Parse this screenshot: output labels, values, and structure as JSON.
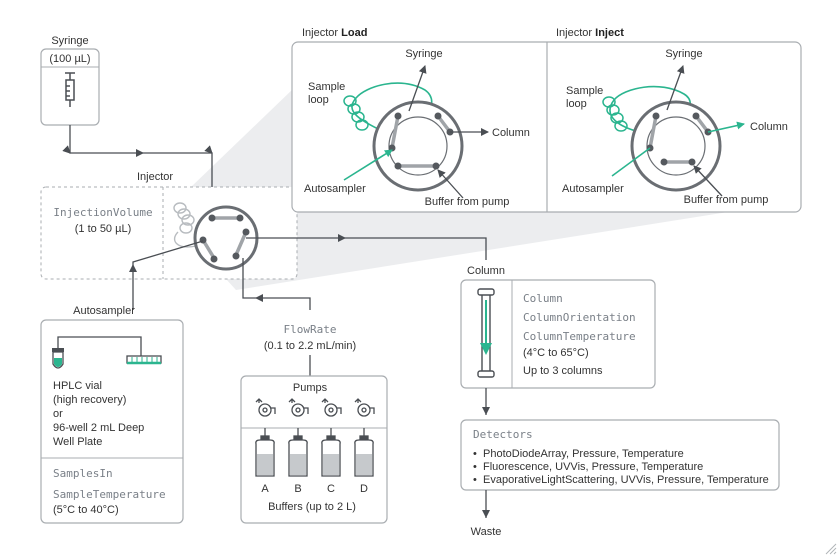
{
  "syringe": {
    "title": "Syringe",
    "capacity": "(100 µL)"
  },
  "injector": {
    "title": "Injector",
    "volume_param": "InjectionVolume",
    "volume_range": "(1 to 50 µL)"
  },
  "autosampler": {
    "title": "Autosampler",
    "vial_lines": [
      "HPLC vial",
      "(high recovery)",
      "or",
      "96-well 2 mL Deep",
      "Well Plate"
    ],
    "param_samples": "SamplesIn",
    "param_temperature": "SampleTemperature",
    "temperature_range": "(5°C to 40°C)"
  },
  "flow": {
    "param": "FlowRate",
    "range": "(0.1 to 2.2 mL/min)"
  },
  "pumps": {
    "title": "Pumps",
    "buffers": [
      "A",
      "B",
      "C",
      "D"
    ],
    "caption": "Buffers (up to 2 L)"
  },
  "column": {
    "title": "Column",
    "param_column": "Column",
    "param_orientation": "ColumnOrientation",
    "param_temperature": "ColumnTemperature",
    "temperature_range": "(4°C to 65°C)",
    "count_note": "Up to 3 columns"
  },
  "detectors": {
    "param": "Detectors",
    "items": [
      "PhotoDiodeArray, Pressure, Temperature",
      "Fluorescence, UVVis, Pressure, Temperature",
      "EvaporativeLightScattering, UVVis, Pressure, Temperature"
    ]
  },
  "waste": {
    "label": "Waste"
  },
  "inset_load": {
    "title_prefix": "Injector ",
    "title_mode": "Load",
    "syringe": "Syringe",
    "sample_loop_1": "Sample",
    "sample_loop_2": "loop",
    "column": "Column",
    "autosampler": "Autosampler",
    "buffer": "Buffer from pump"
  },
  "inset_inject": {
    "title_prefix": "Injector ",
    "title_mode": "Inject",
    "syringe": "Syringe",
    "sample_loop_1": "Sample",
    "sample_loop_2": "loop",
    "column": "Column",
    "autosampler": "Autosampler",
    "buffer": "Buffer from pump"
  },
  "colors": {
    "accent": "#2bb58f",
    "line": "#4a4e53",
    "border": "#a9adb1",
    "param": "#7a8088"
  },
  "icons": [
    "syringe-icon",
    "hplc-vial-icon",
    "well-plate-icon",
    "pump-icon",
    "buffer-bottle-icon",
    "column-icon",
    "injector-valve-icon",
    "sample-loop-icon"
  ]
}
